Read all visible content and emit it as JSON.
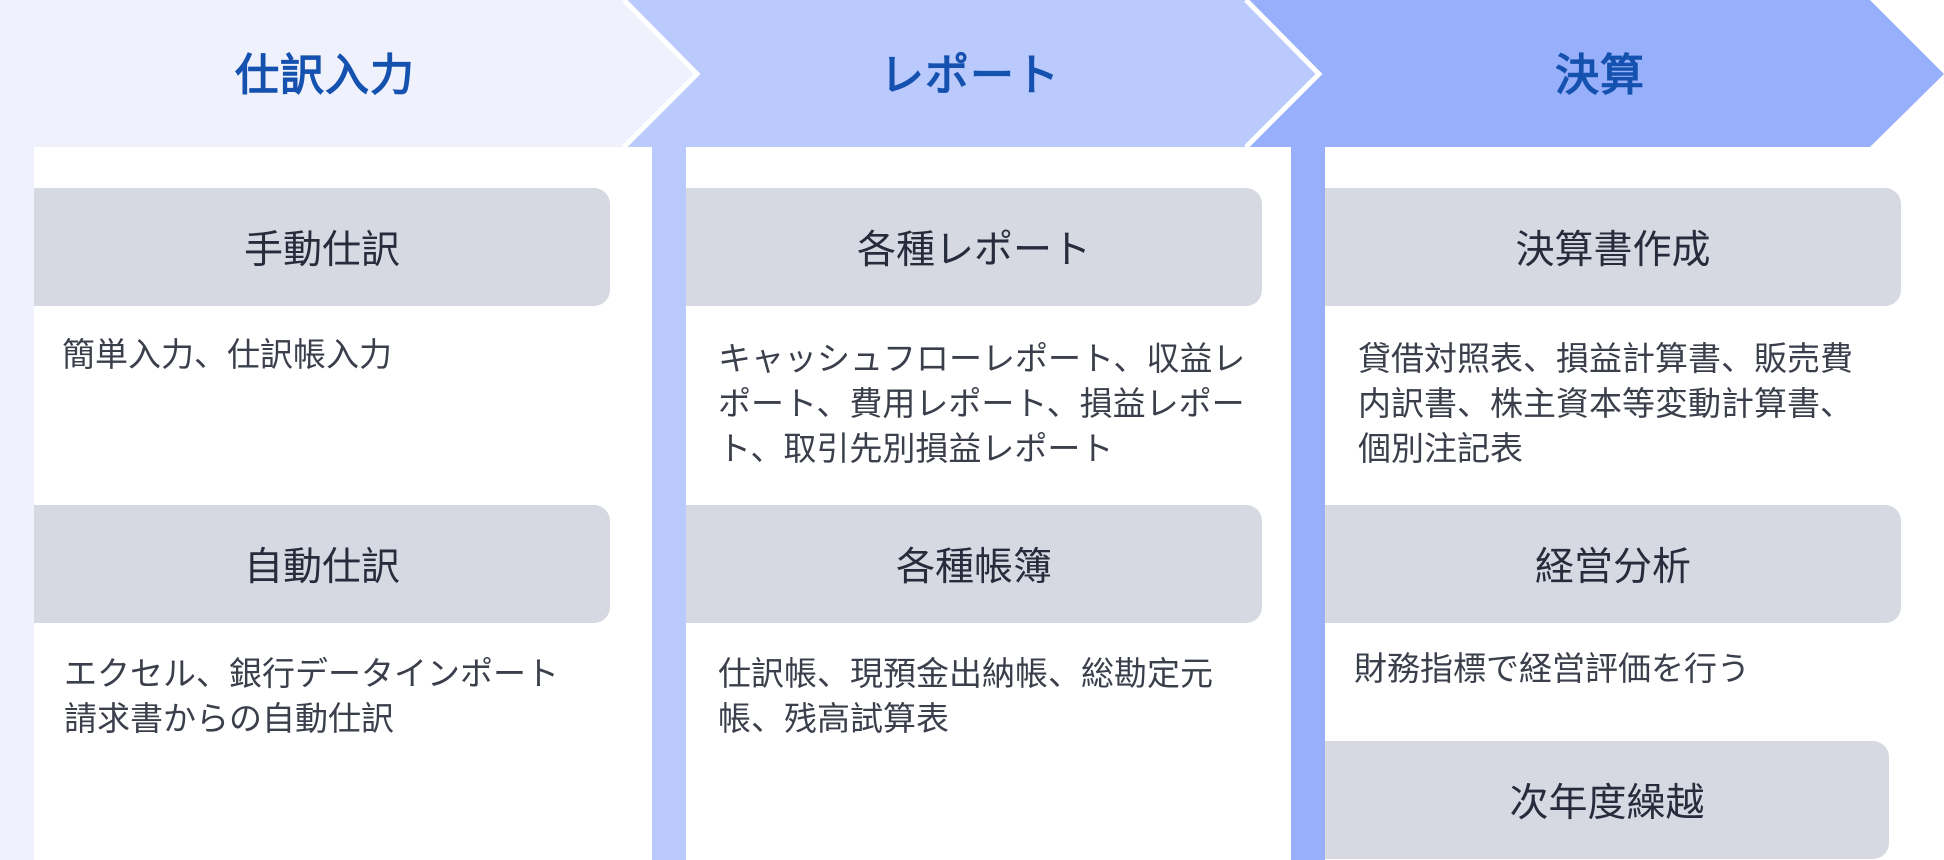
{
  "stages": [
    {
      "title": "仕訳入力",
      "cards": [
        {
          "heading": "手動仕訳",
          "description": "簡単入力、仕訳帳入力"
        },
        {
          "heading": "自動仕訳",
          "description": "エクセル、銀行データインポート\n請求書からの自動仕訳"
        }
      ]
    },
    {
      "title": "レポート",
      "cards": [
        {
          "heading": "各種レポート",
          "description": "キャッシュフローレポート、収益レ\nポート、費用レポート、損益レポー\nト、取引先別損益レポート"
        },
        {
          "heading": "各種帳簿",
          "description": "仕訳帳、現預金出納帳、総勘定元\n帳、残高試算表"
        }
      ]
    },
    {
      "title": "決算",
      "cards": [
        {
          "heading": "決算書作成",
          "description": "貸借対照表、損益計算書、販売費\n内訳書、株主資本等変動計算書、\n個別注記表"
        },
        {
          "heading": "経営分析",
          "description": "財務指標で経営評価を行う"
        },
        {
          "heading": "次年度繰越"
        }
      ]
    }
  ],
  "colors": {
    "stage1": "#eff2fd",
    "stage2": "#bbcafd",
    "stage3": "#98b0fc",
    "title_text": "#1552b0",
    "card_head_bg": "#d6d9e1"
  }
}
